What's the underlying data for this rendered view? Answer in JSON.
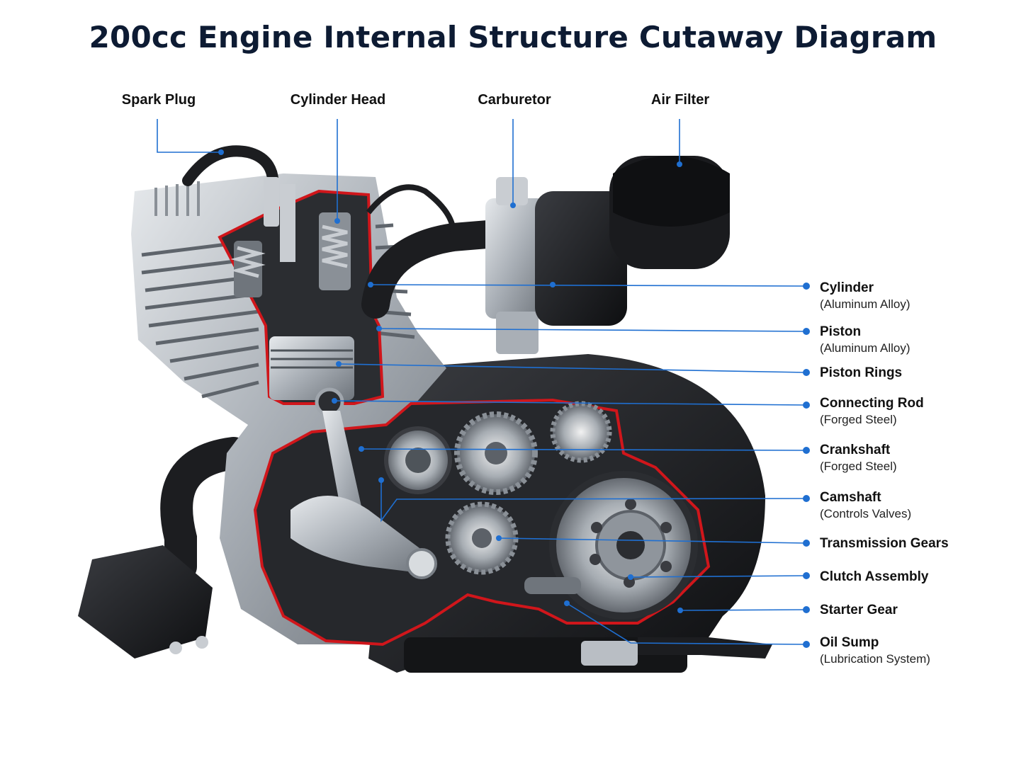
{
  "title": "200cc Engine Internal Structure Cutaway Diagram",
  "top_labels": [
    {
      "key": "spark_plug",
      "text": "Spark Plug"
    },
    {
      "key": "cylinder_head",
      "text": "Cylinder Head"
    },
    {
      "key": "carburetor",
      "text": "Carburetor"
    },
    {
      "key": "air_filter",
      "text": "Air Filter"
    }
  ],
  "side_labels": [
    {
      "key": "cylinder",
      "text": "Cylinder",
      "sub": "(Aluminum Alloy)"
    },
    {
      "key": "piston",
      "text": "Piston",
      "sub": "(Aluminum Alloy)"
    },
    {
      "key": "piston_rings",
      "text": "Piston Rings",
      "sub": ""
    },
    {
      "key": "connecting_rod",
      "text": "Connecting Rod",
      "sub": "(Forged Steel)"
    },
    {
      "key": "crankshaft",
      "text": "Crankshaft",
      "sub": "(Forged Steel)"
    },
    {
      "key": "camshaft",
      "text": "Camshaft",
      "sub": "(Controls Valves)"
    },
    {
      "key": "transmission_gears",
      "text": "Transmission Gears",
      "sub": ""
    },
    {
      "key": "clutch_assembly",
      "text": "Clutch Assembly",
      "sub": ""
    },
    {
      "key": "starter_gear",
      "text": "Starter Gear",
      "sub": ""
    },
    {
      "key": "oil_sump",
      "text": "Oil Sump",
      "sub": "(Lubrication System)"
    }
  ],
  "colors": {
    "leader_line": "#1f6fd1",
    "cutaway_edge": "#d0161b",
    "title": "#0d1b33",
    "engine_dark": "#1b1c1f",
    "engine_metal": "#b9bec4"
  }
}
